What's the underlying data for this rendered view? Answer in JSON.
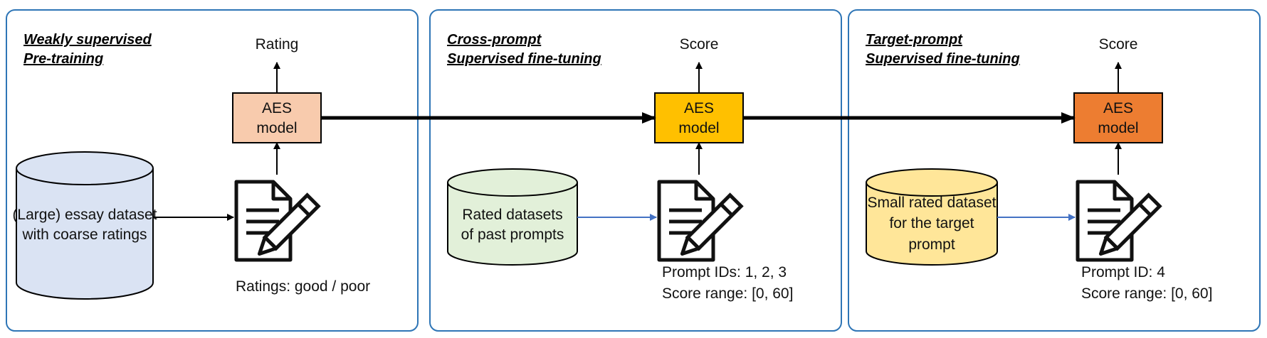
{
  "panels": [
    {
      "title_line1": "Weakly supervised",
      "title_line2": "Pre-training",
      "output_label": "Rating",
      "model_line1": "AES",
      "model_line2": "model",
      "model_color": "#f8cbad",
      "dataset_lines": [
        "(Large) essay dataset",
        "with coarse ratings"
      ],
      "dataset_color": "#dae3f3",
      "caption_lines": [
        "Ratings: good / poor"
      ]
    },
    {
      "title_line1": "Cross-prompt",
      "title_line2": "Supervised fine-tuning",
      "output_label": "Score",
      "model_line1": "AES",
      "model_line2": "model",
      "model_color": "#ffc000",
      "dataset_lines": [
        "Rated datasets",
        "of past prompts"
      ],
      "dataset_color": "#e2f0d9",
      "caption_lines": [
        "Prompt IDs: 1, 2, 3",
        "Score range: [0, 60]"
      ]
    },
    {
      "title_line1": "Target-prompt",
      "title_line2": "Supervised fine-tuning",
      "output_label": "Score",
      "model_line1": "AES",
      "model_line2": "model",
      "model_color": "#ed7d31",
      "dataset_lines": [
        "Small  rated dataset",
        "for the target",
        "prompt"
      ],
      "dataset_color": "#ffe699",
      "caption_lines": [
        "Prompt ID: 4",
        "Score range: [0, 60]"
      ]
    }
  ],
  "colors": {
    "panel_border": "#2e75b6",
    "thin_arrow": "#4472c4",
    "dark_arrow": "#000000"
  },
  "icons": {
    "essay": "document-pencil-icon"
  }
}
